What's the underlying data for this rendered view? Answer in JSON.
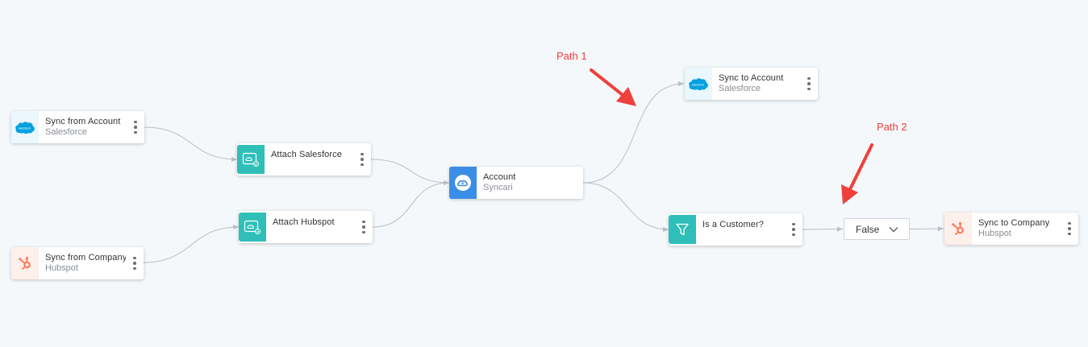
{
  "nodes": {
    "sf_source": {
      "title": "Sync from  Account",
      "subtitle": "Salesforce",
      "icon": "salesforce-logo-icon"
    },
    "hs_source": {
      "title": "Sync from  Company",
      "subtitle": "Hubspot",
      "icon": "hubspot-logo-icon"
    },
    "attach_sf": {
      "title": "Attach Salesforce",
      "icon": "attach-cloud-icon"
    },
    "attach_hs": {
      "title": "Attach Hubspot",
      "icon": "attach-cloud-icon"
    },
    "account": {
      "title": "Account",
      "subtitle": "Syncari",
      "icon": "syncari-cloud-icon"
    },
    "sf_dest": {
      "title": "Sync to  Account",
      "subtitle": "Salesforce",
      "icon": "salesforce-logo-icon"
    },
    "decision": {
      "title": "Is a Customer?",
      "icon": "funnel-icon"
    },
    "hs_dest": {
      "title": "Sync to  Company",
      "subtitle": "Hubspot",
      "icon": "hubspot-logo-icon"
    }
  },
  "condition": {
    "value": "False"
  },
  "annotations": {
    "path1": "Path 1",
    "path2": "Path 2"
  },
  "colors": {
    "teal": "#2fbfb8",
    "syncari_blue": "#3a8ee6",
    "salesforce_blue": "#00a1e0",
    "hubspot_orange": "#ff7a59",
    "annotation_red": "#f0403b",
    "edge_gray": "#b7bec6"
  }
}
